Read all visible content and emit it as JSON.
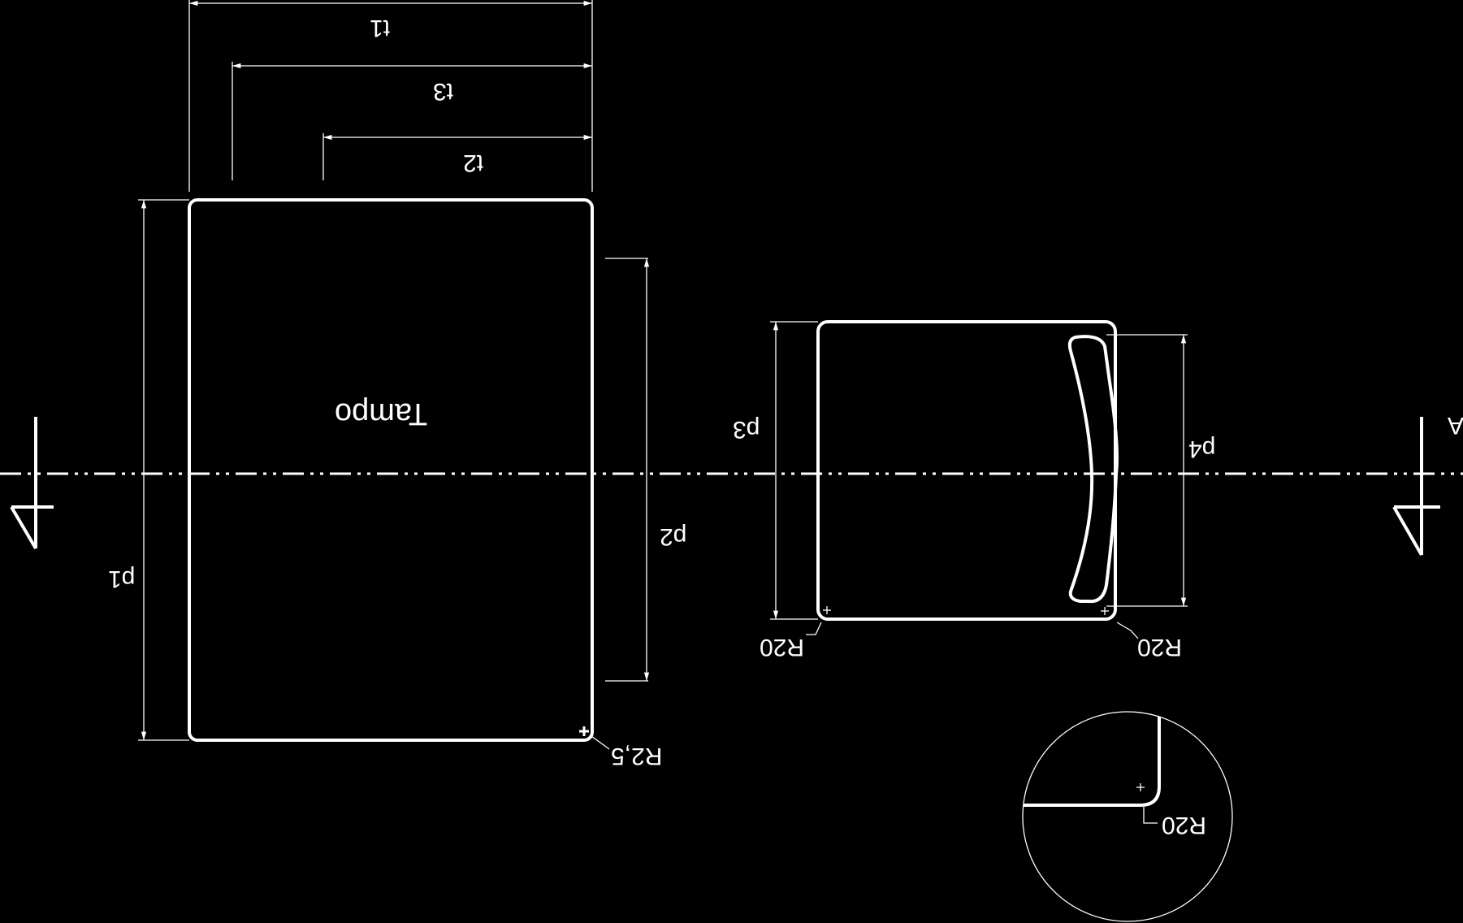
{
  "drawing": {
    "view_label": "Tampo",
    "section_label": "A",
    "dimensions": {
      "t1": "t1",
      "t2": "t2",
      "t3": "t3",
      "p1": "p1",
      "p2": "p2",
      "p3": "p3",
      "p4": "p4"
    },
    "radii": {
      "main_corner": "R2,5",
      "left_small": "R20",
      "right_small": "R20",
      "detail": "R20"
    }
  },
  "colors": {
    "background": "#000000",
    "line": "#ffffff"
  }
}
